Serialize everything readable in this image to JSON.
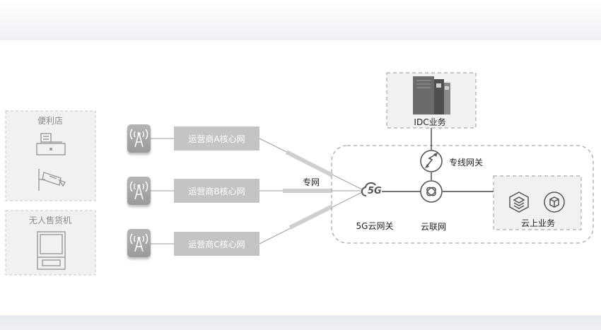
{
  "left_panel": {
    "store_label": "便利店",
    "vending_label": "无人售货机"
  },
  "carriers": [
    {
      "label": "运营商A核心网"
    },
    {
      "label": "运营商B核心网"
    },
    {
      "label": "运营商C核心网"
    }
  ],
  "links": {
    "private_network_label": "专网"
  },
  "cloud_nodes": {
    "gateway_5g_label": "5G云网关",
    "gateway_5g_badge": "5G",
    "cloud_connect_label": "云联网",
    "dedicated_gateway_label": "专线网关",
    "idc_label": "IDC业务",
    "cloud_service_label": "云上业务"
  },
  "icons": {
    "store": "cash-register-icon",
    "camera": "security-camera-icon",
    "vending": "vending-machine-icon",
    "tower": "cell-tower-icon",
    "gateway_5g": "5g-cloud-icon",
    "cloud_connect": "ccn-icon",
    "dedicated_gateway": "dedicated-line-icon",
    "idc": "server-rack-icon",
    "cloud_service_1": "stack-layers-icon",
    "cloud_service_2": "cube-icon"
  },
  "colors": {
    "line": "#9b9b9b",
    "carrier_box": "#c4c4c4",
    "panel_border": "#cfcfcf",
    "panel_fill": "#f1f1f1",
    "dashed_border": "#a9a9a9",
    "icon_dark": "#555555"
  }
}
